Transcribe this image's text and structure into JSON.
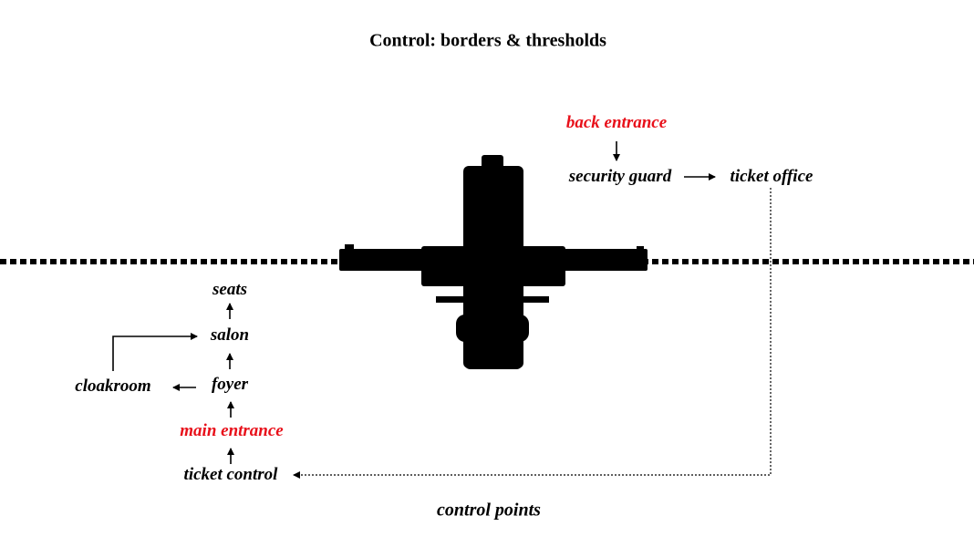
{
  "title": "Control: borders & thresholds",
  "nodes": {
    "back_entrance": "back entrance",
    "security_guard": "security guard",
    "ticket_office": "ticket office",
    "seats": "seats",
    "salon": "salon",
    "foyer": "foyer",
    "cloakroom": "cloakroom",
    "main_entrance": "main entrance",
    "ticket_control": "ticket control"
  },
  "caption": "control points",
  "colors": {
    "highlight": "#e8101a",
    "ink": "#000000"
  }
}
